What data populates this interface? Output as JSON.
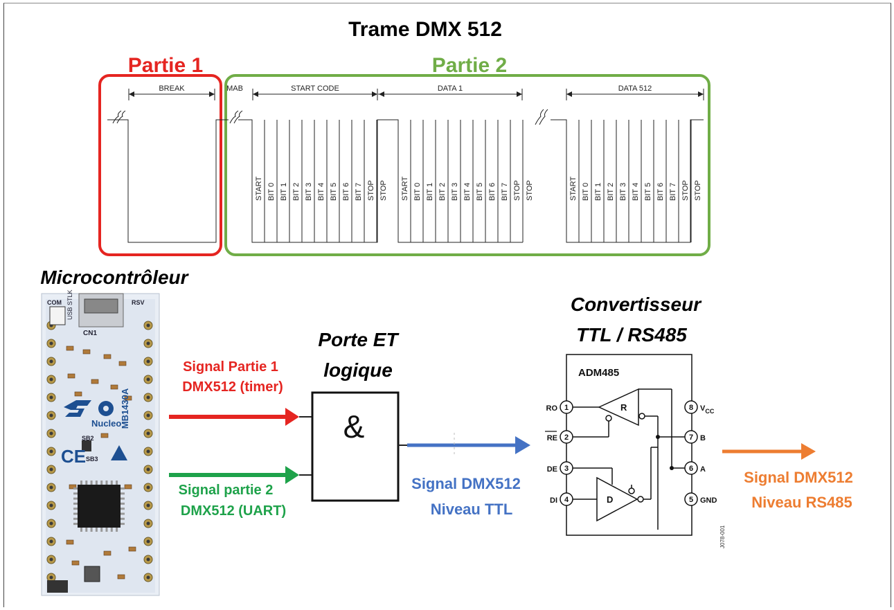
{
  "title": "Trame DMX 512",
  "part1_label": "Partie 1",
  "part2_label": "Partie 2",
  "timing": {
    "break": "BREAK",
    "mab": "MAB",
    "start_code": "START CODE",
    "data1": "DATA 1",
    "data512": "DATA 512",
    "bits": [
      "START",
      "BIT 0",
      "BIT 1",
      "BIT 2",
      "BIT 3",
      "BIT 4",
      "BIT 5",
      "BIT 6",
      "BIT 7",
      "STOP",
      "STOP"
    ]
  },
  "micro": {
    "title": "Microcontrôleur",
    "board_name": "MB1430A",
    "brand": "Nucleo",
    "usb_label": "USB STLK",
    "cn1": "CN1",
    "com": "COM",
    "rsv": "RSV",
    "sb2": "SB2",
    "sb3": "SB3"
  },
  "signal1": {
    "line1": "Signal Partie 1",
    "line2": "DMX512 (timer)"
  },
  "signal2": {
    "line1": "Signal partie 2",
    "line2": "DMX512 (UART)"
  },
  "gate": {
    "line1": "Porte ET",
    "line2": "logique",
    "symbol": "&"
  },
  "ttl_signal": {
    "line1": "Signal DMX512",
    "line2": "Niveau TTL"
  },
  "converter": {
    "line1": "Convertisseur",
    "line2": "TTL / RS485",
    "chip": "ADM485",
    "pins": [
      {
        "num": "1",
        "name": "RO"
      },
      {
        "num": "2",
        "name": "RE"
      },
      {
        "num": "3",
        "name": "DE"
      },
      {
        "num": "4",
        "name": "DI"
      },
      {
        "num": "8",
        "name": "V",
        "sub": "CC"
      },
      {
        "num": "7",
        "name": "B"
      },
      {
        "num": "6",
        "name": "A"
      },
      {
        "num": "5",
        "name": "GND"
      }
    ],
    "receiver": "R",
    "driver": "D",
    "code": "J078-001"
  },
  "rs485_signal": {
    "line1": "Signal DMX512",
    "line2": "Niveau RS485"
  },
  "colors": {
    "red": "#e52521",
    "green": "#1ea24a",
    "blue": "#4472c4",
    "orange": "#ed7d31",
    "part2_green": "#70ad47",
    "board_blue": "#3a6fb5"
  }
}
